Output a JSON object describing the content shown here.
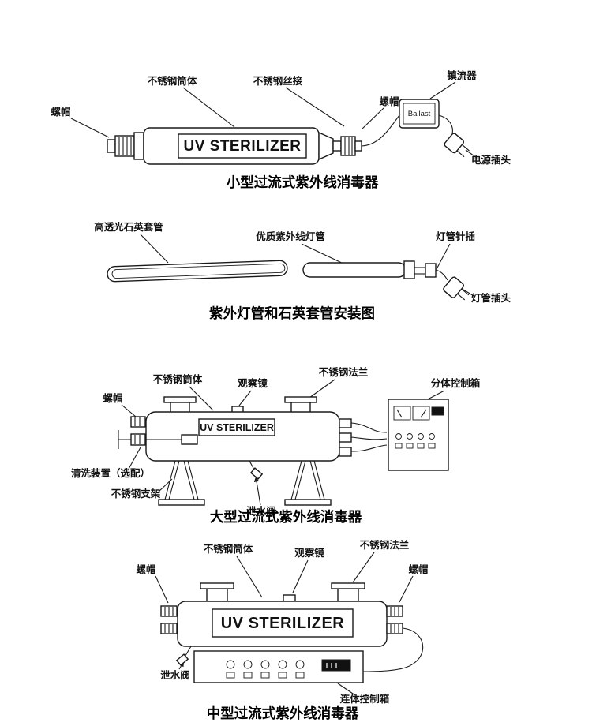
{
  "page": {
    "background": "#ffffff",
    "line_color": "#1a1a1a"
  },
  "sections": {
    "small": {
      "caption": "小型过流式紫外线消毒器",
      "device_text": "UV STERILIZER",
      "ballast_text": "Ballast",
      "labels": {
        "body": "不锈钢筒体",
        "wire_joint": "不锈钢丝接",
        "ballast": "镇流器",
        "nut_left": "螺帽",
        "nut_right": "螺帽",
        "power_plug": "电源插头"
      }
    },
    "lamp_assembly": {
      "caption": "紫外灯管和石英套管安装图",
      "labels": {
        "quartz_sleeve": "高透光石英套管",
        "uv_lamp": "优质紫外线灯管",
        "lamp_pin": "灯管针插",
        "lamp_plug": "灯管插头"
      }
    },
    "large": {
      "caption": "大型过流式紫外线消毒器",
      "device_text": "UV STERILIZER",
      "labels": {
        "body": "不锈钢筒体",
        "sight_glass": "观察镜",
        "flange": "不锈钢法兰",
        "control_box": "分体控制箱",
        "nut": "螺帽",
        "cleaning_device": "清洗装置（选配）",
        "bracket": "不锈钢支架",
        "drain_valve": "泄水阀"
      }
    },
    "medium": {
      "caption": "中型过流式紫外线消毒器",
      "device_text": "UV STERILIZER",
      "labels": {
        "body": "不锈钢筒体",
        "sight_glass": "观察镜",
        "flange": "不锈钢法兰",
        "nut_left": "螺帽",
        "nut_right": "螺帽",
        "drain_valve": "泄水阀",
        "control_box": "连体控制箱"
      }
    }
  }
}
